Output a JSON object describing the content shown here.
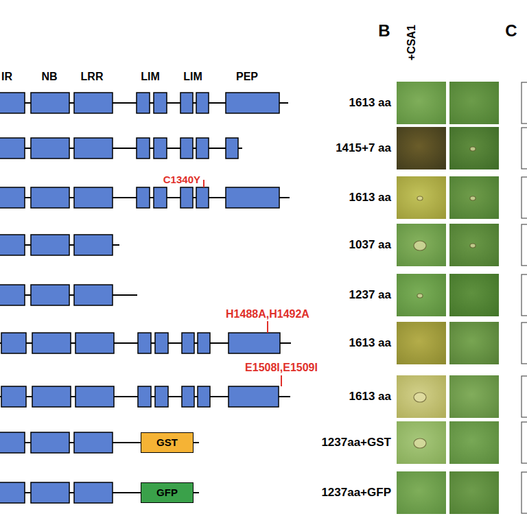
{
  "diagram": {
    "nodes": [
      {
        "text": [
          "GST"
        ]
      },
      {
        "text": [
          "GFP"
        ]
      }
    ],
    "labels": [
      "IR",
      "NB",
      "LRR",
      "LIM",
      "LIM",
      "PEP",
      "B",
      "+CSA1",
      "C",
      "1613 aa",
      "1415+7 aa",
      "C1340Y",
      "1613 aa",
      "1037 aa",
      "1237 aa",
      "H1488A,H1492A",
      "1613 aa",
      "E1508I,E1509I",
      "1613 aa",
      "1237aa+GST",
      "1237aa+GFP"
    ]
  }
}
